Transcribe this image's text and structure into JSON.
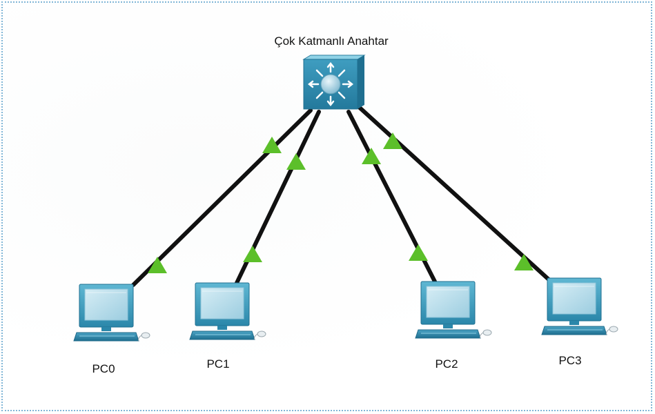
{
  "diagram": {
    "switch": {
      "label": "Çok Katmanlı Anahtar",
      "icon": "multilayer-switch-icon"
    },
    "pcs": [
      {
        "label": "PC0",
        "icon": "desktop-pc-icon"
      },
      {
        "label": "PC1",
        "icon": "desktop-pc-icon"
      },
      {
        "label": "PC2",
        "icon": "desktop-pc-icon"
      },
      {
        "label": "PC3",
        "icon": "desktop-pc-icon"
      }
    ],
    "links": [
      {
        "from": "Çok Katmanlı Anahtar",
        "to": "PC0",
        "status": "up"
      },
      {
        "from": "Çok Katmanlı Anahtar",
        "to": "PC1",
        "status": "up"
      },
      {
        "from": "Çok Katmanlı Anahtar",
        "to": "PC2",
        "status": "up"
      },
      {
        "from": "Çok Katmanlı Anahtar",
        "to": "PC3",
        "status": "up"
      }
    ],
    "colors": {
      "link": "#111111",
      "link_up": "#5cbf2a",
      "device_teal": "#2f8fb0",
      "frame_border": "#7fb5d6"
    }
  }
}
